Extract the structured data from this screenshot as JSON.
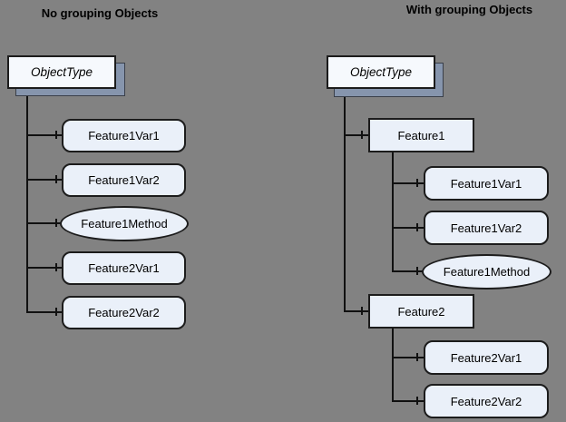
{
  "colors": {
    "bg": "#828282",
    "node-fill": "#eaf0f9",
    "root-fill": "#f6f9fd",
    "shadow-fill": "#8695ad",
    "border": "#1c1c1c",
    "line": "#111111",
    "text": "#000000"
  },
  "left": {
    "title": "No grouping Objects",
    "root": "ObjectType",
    "children": [
      {
        "label": "Feature1Var1",
        "shape": "rounded"
      },
      {
        "label": "Feature1Var2",
        "shape": "rounded"
      },
      {
        "label": "Feature1Method",
        "shape": "ellipse"
      },
      {
        "label": "Feature2Var1",
        "shape": "rounded"
      },
      {
        "label": "Feature2Var2",
        "shape": "rounded"
      }
    ]
  },
  "right": {
    "title": "With grouping Objects",
    "root": "ObjectType",
    "groups": [
      {
        "label": "Feature1",
        "shape": "rect",
        "children": [
          {
            "label": "Feature1Var1",
            "shape": "rounded"
          },
          {
            "label": "Feature1Var2",
            "shape": "rounded"
          },
          {
            "label": "Feature1Method",
            "shape": "ellipse"
          }
        ]
      },
      {
        "label": "Feature2",
        "shape": "rect",
        "children": [
          {
            "label": "Feature2Var1",
            "shape": "rounded"
          },
          {
            "label": "Feature2Var2",
            "shape": "rounded"
          }
        ]
      }
    ]
  }
}
